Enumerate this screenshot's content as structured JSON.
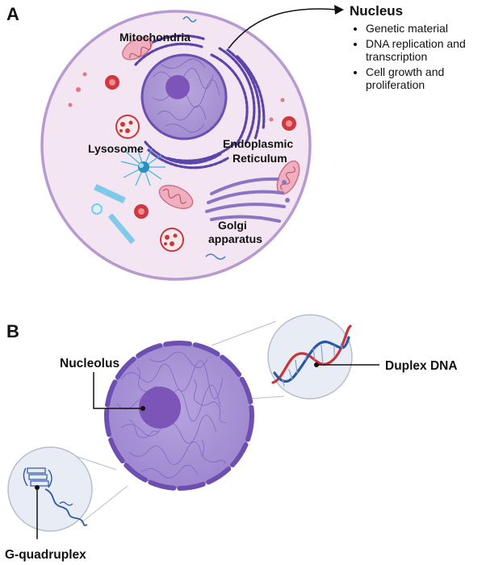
{
  "panels": {
    "a": "A",
    "b": "B"
  },
  "panel_a": {
    "labels": {
      "mitochondria": "Mitochondria",
      "lysosome": "Lysosome",
      "er_line1": "Endoplasmic",
      "er_line2": "Reticulum",
      "golgi_line1": "Golgi",
      "golgi_line2": "apparatus"
    },
    "nucleus_info": {
      "title": "Nucleus",
      "items": [
        "Genetic material",
        "DNA replication and transcription",
        "Cell growth and proliferation"
      ]
    }
  },
  "panel_b": {
    "labels": {
      "nucleolus": "Nucleolus",
      "duplex_dna": "Duplex DNA",
      "g_quadruplex": "G-quadruplex"
    }
  },
  "colors": {
    "cell_fill": "#f3e6f2",
    "cell_border": "#b79ad0",
    "nucleus": "#9b87cc",
    "nucleolus": "#7d55b8",
    "envelope": "#6c4fb0",
    "er": "#5b45a8",
    "mitochondria": "#e7a3b3",
    "lysosome": "#c7383d",
    "dna_red": "#c8343a",
    "dna_blue": "#2a56a8",
    "zoom_fill": "#e8edf5",
    "cyan": "#3fb6dd"
  }
}
